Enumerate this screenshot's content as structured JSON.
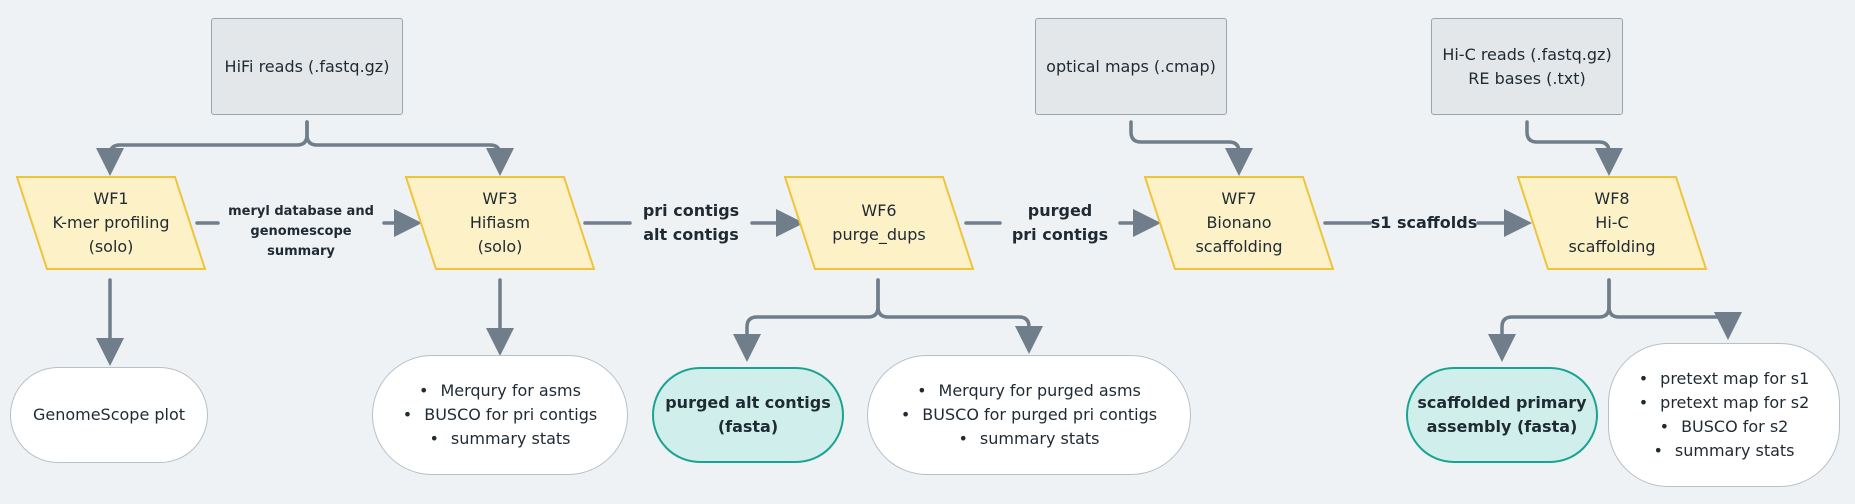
{
  "inputs": {
    "hifi": "HiFi reads (.fastq.gz)",
    "optical": "optical maps (.cmap)",
    "hic_line1": "Hi-C reads (.fastq.gz)",
    "hic_line2": "RE bases (.txt)"
  },
  "workflows": {
    "wf1": {
      "id": "WF1",
      "line2": "K-mer profiling",
      "line3": "(solo)"
    },
    "wf3": {
      "id": "WF3",
      "line2": "Hifiasm",
      "line3": "(solo)"
    },
    "wf6": {
      "id": "WF6",
      "line2": "purge_dups"
    },
    "wf7": {
      "id": "WF7",
      "line2": "Bionano",
      "line3": "scaffolding"
    },
    "wf8": {
      "id": "WF8",
      "line2": "Hi-C",
      "line3": "scaffolding"
    }
  },
  "edges": {
    "wf1_wf3": {
      "line1": "meryl database and",
      "line2": "genomescope summary"
    },
    "wf3_wf6": {
      "line1": "pri contigs",
      "line2": "alt contigs"
    },
    "wf6_wf7": {
      "line1": "purged",
      "line2": "pri contigs"
    },
    "wf7_wf8": {
      "line1": "s1 scaffolds"
    }
  },
  "outputs": {
    "genomescope": "GenomeScope plot",
    "wf3_list": [
      "Merqury for asms",
      "BUSCO for pri contigs",
      "summary stats"
    ],
    "purged_alt_line1": "purged alt contigs",
    "purged_alt_line2": "(fasta)",
    "wf6_list": [
      "Merqury for purged asms",
      "BUSCO for purged pri contigs",
      "summary stats"
    ],
    "scaffolded_line1": "scaffolded primary",
    "scaffolded_line2": "assembly (fasta)",
    "wf8_list": [
      "pretext map for s1",
      "pretext map for s2",
      "BUSCO for s2",
      "summary stats"
    ]
  },
  "colors": {
    "workflow_fill": "#fdf1c7",
    "workflow_stroke": "#f0c43a",
    "connector": "#6f7e8a",
    "highlight_fill": "#d0efec",
    "highlight_stroke": "#1aa393"
  }
}
